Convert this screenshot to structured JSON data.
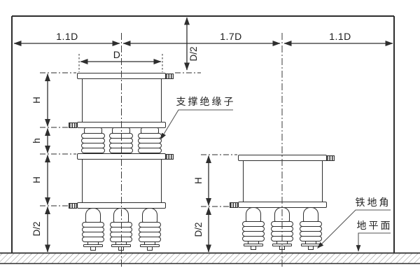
{
  "dims": {
    "left_span": "1.1D",
    "center_span": "1.7D",
    "right_span": "1.1D",
    "diameter": "D",
    "top_clearance": "D/2",
    "stack_left": {
      "top_height": "H",
      "insulator_gap": "h",
      "bottom_height": "H",
      "ground_clearance": "D/2"
    },
    "stack_right": {
      "height": "H",
      "ground_clearance": "D/2"
    }
  },
  "callouts": {
    "support_insulator": "支撑绝缘子",
    "iron_foot": "铁地角",
    "ground_plane": "地平面"
  },
  "colors": {
    "line": "#2e2e2e",
    "background": "#ffffff",
    "hatch": "#8d8d8d"
  }
}
